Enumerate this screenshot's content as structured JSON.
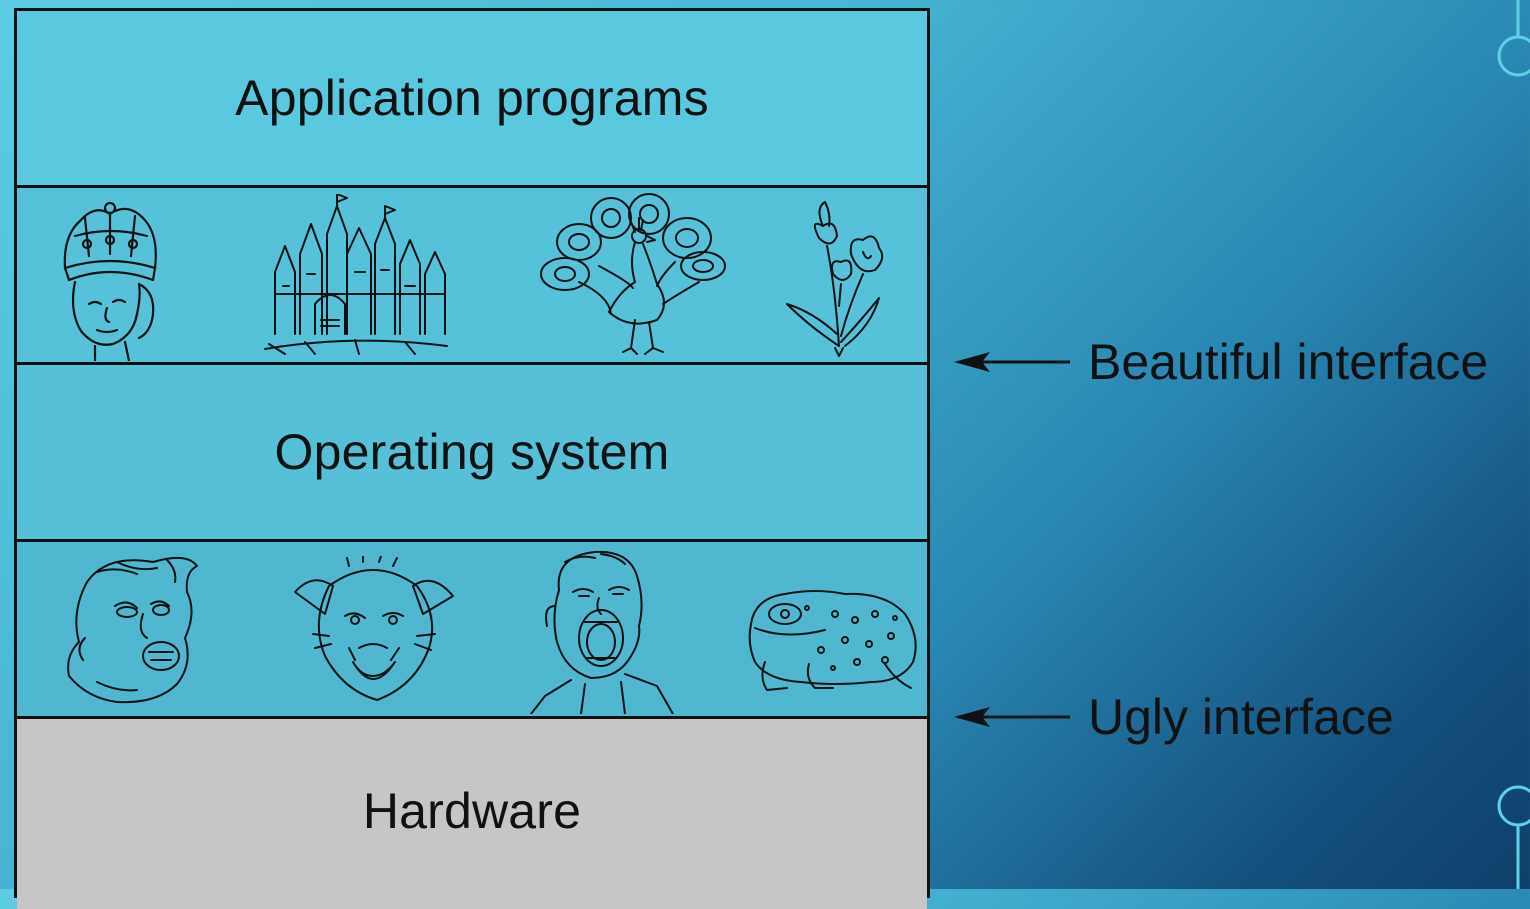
{
  "layers": {
    "application": "Application programs",
    "operating_system": "Operating system",
    "hardware": "Hardware"
  },
  "interfaces": {
    "beautiful": "Beautiful interface",
    "ugly": "Ugly interface"
  },
  "pictures": {
    "beautiful": [
      "queen-icon",
      "castle-icon",
      "peacock-icon",
      "flower-icon"
    ],
    "ugly": [
      "grotesque-face-icon",
      "boar-icon",
      "screaming-man-icon",
      "toad-icon"
    ]
  },
  "colors": {
    "line": "#111111",
    "hardware": "#c6c6c6",
    "layer": "#55c2da"
  }
}
